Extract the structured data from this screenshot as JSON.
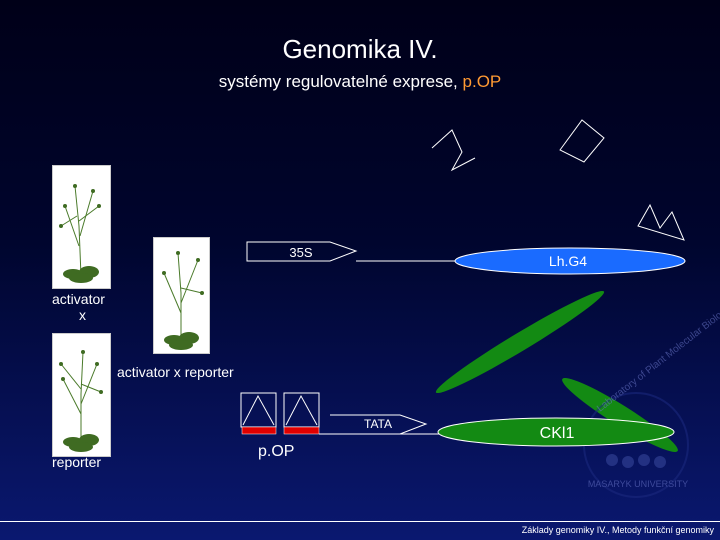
{
  "slide": {
    "title": "Genomika IV.",
    "subtitle_prefix": "systémy regulovatelné exprese, ",
    "subtitle_accent": "p.OP",
    "footer": "Základy genomiky IV., Metody funkční genomiky"
  },
  "labels": {
    "activator": "activator",
    "activator_x": "x",
    "activator_x_reporter": "activator x reporter",
    "reporter": "reporter",
    "promoter_35s": "35S",
    "lhg4": "Lh.G4",
    "tata": "TATA",
    "ckl1": "CKl1",
    "pop": "p.OP"
  },
  "logo": {
    "ring_text": "Laboratory of Plant Molecular Biology",
    "university": "MASARYK UNIVERSITY"
  },
  "colors": {
    "accent": "#ff9a33",
    "lhg4_fill": "#1a6bff",
    "ckl1_fill": "#138a13",
    "operator_red": "#e00000"
  }
}
